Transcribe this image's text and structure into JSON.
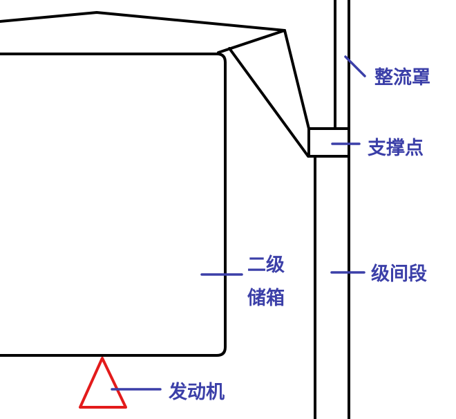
{
  "labels": {
    "fairing": "整流罩",
    "support_point": "支撑点",
    "second_stage_tank_line1": "二级",
    "second_stage_tank_line2": "储箱",
    "interstage": "级间段",
    "engine": "发动机"
  },
  "colors": {
    "line": "#000000",
    "label": "#3b3fa8",
    "engine": "#e31b1b"
  }
}
